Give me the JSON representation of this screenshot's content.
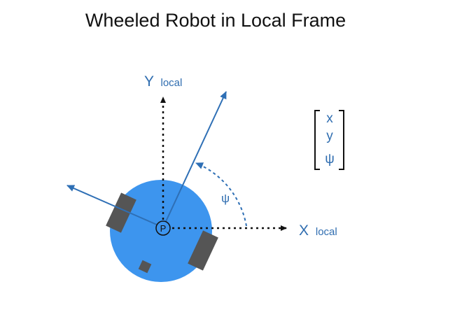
{
  "title": "Wheeled Robot in Local Frame",
  "axes": {
    "y_axis": {
      "main": "Y",
      "sub": "local"
    },
    "x_axis": {
      "main": "X",
      "sub": "local"
    }
  },
  "angle_label": "ψ",
  "origin_label": "P",
  "state_vector": [
    "x",
    "y",
    "ψ"
  ],
  "colors": {
    "robot_body": "#3d95ee",
    "wheel": "#555555",
    "heading_arrow": "#2e6fb5",
    "axis": "#111111",
    "angle_arc": "#2e6fb5",
    "text_accent": "#2f6db0"
  }
}
